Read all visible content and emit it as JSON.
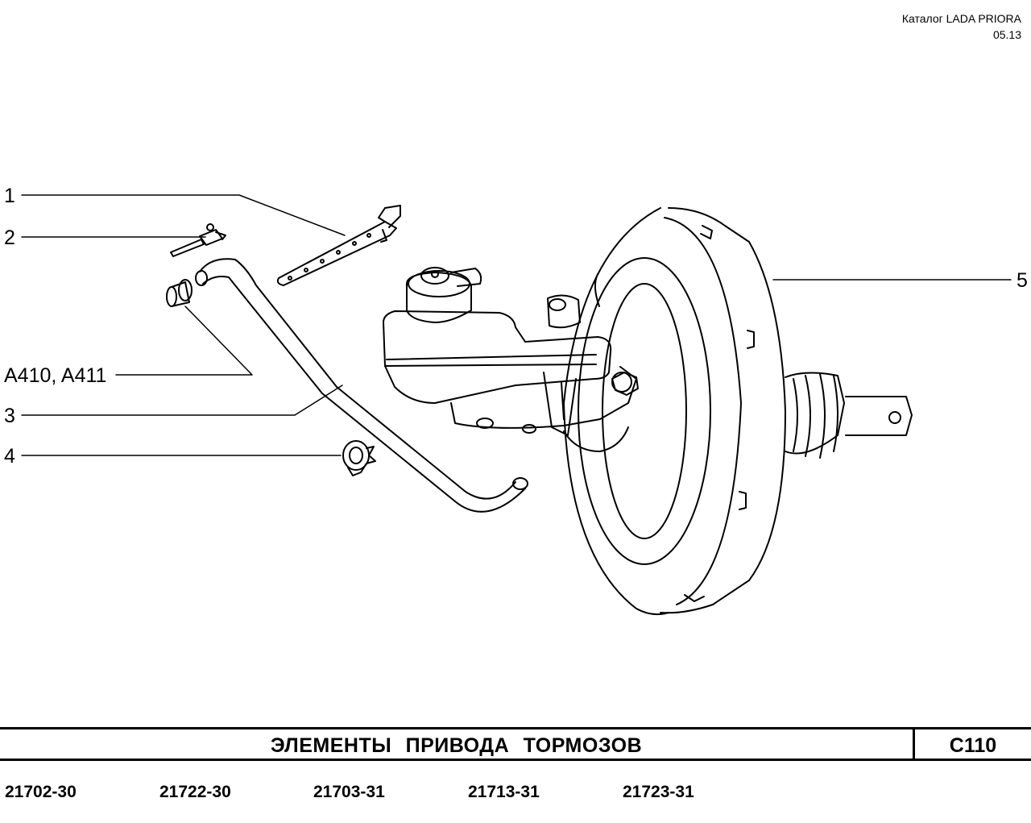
{
  "header": {
    "catalog": "Каталог  LADA  PRIORA",
    "date": "05.13"
  },
  "callouts": {
    "c1": "1",
    "c2": "2",
    "c_a": "A410, A411",
    "c3": "3",
    "c4": "4",
    "c5": "5"
  },
  "title": "ЭЛЕМЕНТЫ   ПРИВОДА   ТОРМОЗОВ",
  "code": "C110",
  "models": [
    "21702-30",
    "21722-30",
    "21703-31",
    "21713-31",
    "21723-31"
  ]
}
